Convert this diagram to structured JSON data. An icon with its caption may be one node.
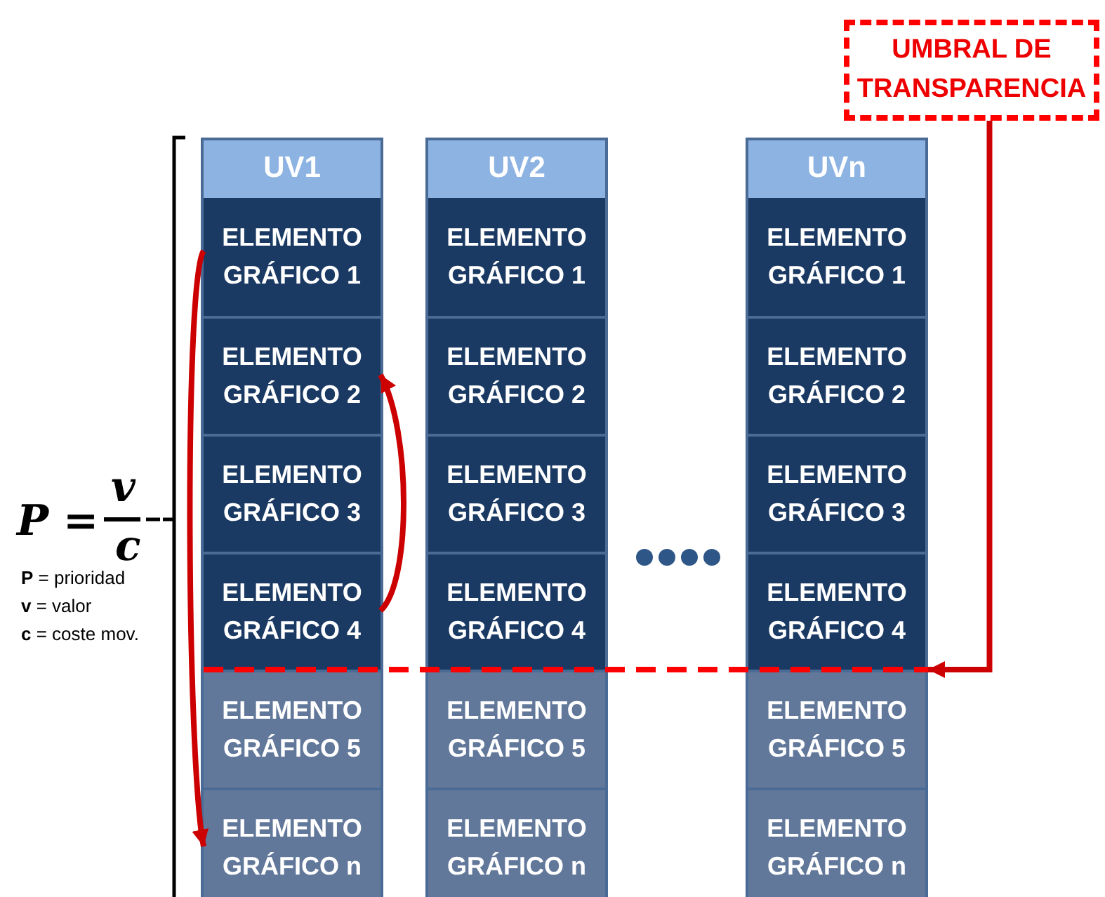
{
  "diagram": {
    "nodes": [
      {
        "text": [
          "UMBRAL DE TRANSPARENCIA"
        ]
      },
      {
        "text": [
          "UV1"
        ]
      },
      {
        "text": [
          "ELEMENTO GRÁFICO 1"
        ],
        "in": 1
      },
      {
        "text": [
          "ELEMENTO GRÁFICO 2"
        ],
        "in": 1
      },
      {
        "text": [
          "ELEMENTO GRÁFICO 3"
        ],
        "in": 1
      },
      {
        "text": [
          "ELEMENTO GRÁFICO 4"
        ],
        "in": 1
      },
      {
        "text": [
          "ELEMENTO GRÁFICO 5"
        ],
        "in": 1
      },
      {
        "text": [
          "ELEMENTO GRÁFICO n"
        ],
        "in": 1
      },
      {
        "text": [
          "UV2"
        ]
      },
      {
        "text": [
          "ELEMENTO GRÁFICO 1"
        ],
        "in": 8
      },
      {
        "text": [
          "ELEMENTO GRÁFICO 2"
        ],
        "in": 8
      },
      {
        "text": [
          "ELEMENTO GRÁFICO 3"
        ],
        "in": 8
      },
      {
        "text": [
          "ELEMENTO GRÁFICO 4"
        ],
        "in": 8
      },
      {
        "text": [
          "ELEMENTO GRÁFICO 5"
        ],
        "in": 8
      },
      {
        "text": [
          "ELEMENTO GRÁFICO n"
        ],
        "in": 8
      },
      {
        "text": [
          "UVn"
        ]
      },
      {
        "text": [
          "ELEMENTO GRÁFICO 1"
        ],
        "in": 15
      },
      {
        "text": [
          "ELEMENTO GRÁFICO 2"
        ],
        "in": 15
      },
      {
        "text": [
          "ELEMENTO GRÁFICO 3"
        ],
        "in": 15
      },
      {
        "text": [
          "ELEMENTO GRÁFICO 4"
        ],
        "in": 15
      },
      {
        "text": [
          "ELEMENTO GRÁFICO 5"
        ],
        "in": 15
      },
      {
        "text": [
          "ELEMENTO GRÁFICO n"
        ],
        "in": 15
      }
    ],
    "edges": [
      {
        "from": 0,
        "to": 15,
        "arrow": "to"
      },
      {
        "from": 2,
        "to": 7,
        "arrow": "to"
      },
      {
        "from": 5,
        "to": 3,
        "arrow": "to"
      }
    ],
    "labels": [
      "P =",
      "v",
      "c",
      "**P** = prioridad",
      "**v** = valor",
      "**c** = coste mov."
    ]
  }
}
